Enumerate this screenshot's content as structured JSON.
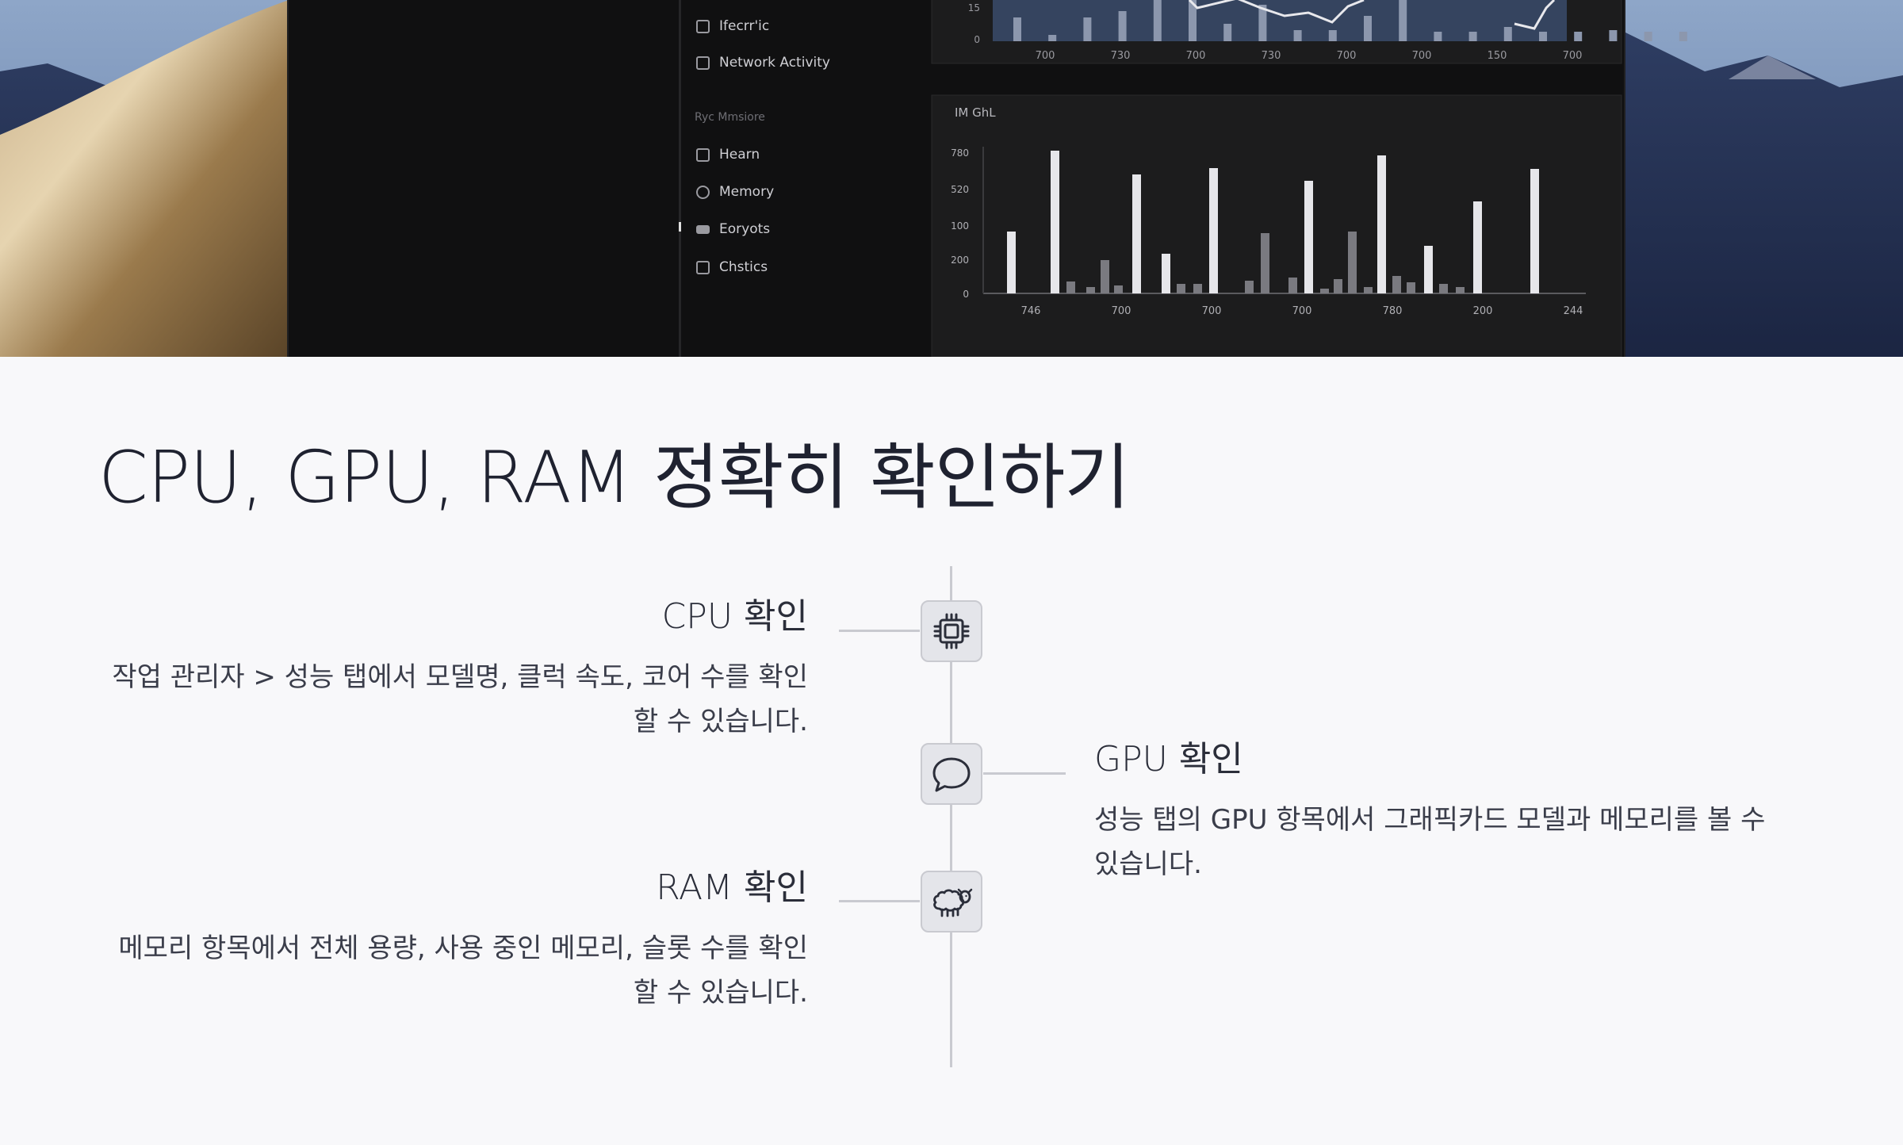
{
  "hero": {
    "sidebar_items_top": [
      {
        "label": "Ifecrr'ic",
        "icon": "electric-icon"
      },
      {
        "label": "Network Activity",
        "icon": "network-icon"
      }
    ],
    "sidebar_section_heading": "Ryc Mmsiore",
    "sidebar_items": [
      {
        "label": "Hearn",
        "icon": "calendar-icon"
      },
      {
        "label": "Memory",
        "icon": "memory-icon"
      },
      {
        "label": "Eoryots",
        "icon": "chat-icon"
      },
      {
        "label": "Chstics",
        "icon": "graphics-icon"
      }
    ],
    "top_chart_xticks": [
      "700",
      "730",
      "700",
      "730",
      "700",
      "700",
      "150",
      "700"
    ],
    "top_chart_yticks": [
      "15",
      "0"
    ],
    "bottom_chart_title": "IM GhL",
    "bottom_chart_yticks": [
      "780",
      "520",
      "100",
      "200",
      "0"
    ],
    "bottom_chart_xticks": [
      "746",
      "700",
      "700",
      "700",
      "780",
      "200",
      "244"
    ]
  },
  "page_title": "CPU, GPU, RAM 정확히 확인하기",
  "items": [
    {
      "title": "CPU 확인",
      "desc_line1": "작업 관리자 > 성능 탭에서 모델명, 클럭 속도, 코어 수를 확인",
      "desc_line2": "할 수 있습니다.",
      "icon": "cpu-chip-icon"
    },
    {
      "title": "GPU 확인",
      "desc_line1": "성능 탭의 GPU 항목에서 그래픽카드 모델과 메모리를 볼 수",
      "desc_line2": "있습니다.",
      "icon": "speech-bubble-icon"
    },
    {
      "title": "RAM 확인",
      "desc_line1": "메모리 항목에서 전체 용량, 사용 중인 메모리, 슬롯 수를 확인",
      "desc_line2": "할 수 있습니다.",
      "icon": "sheep-icon"
    }
  ]
}
